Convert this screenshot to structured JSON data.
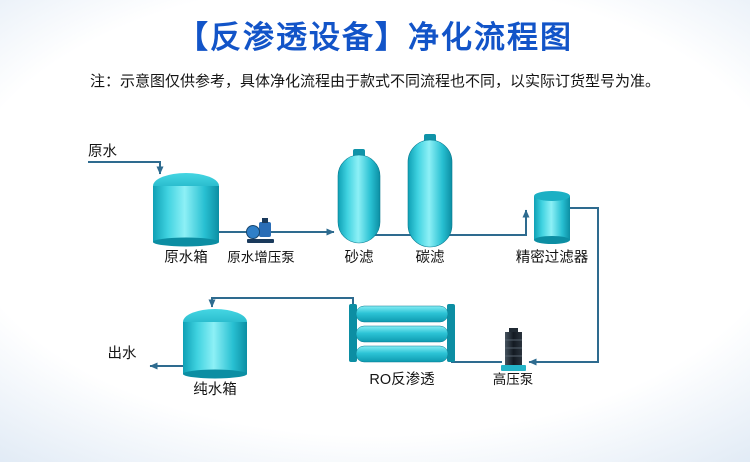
{
  "header": {
    "title": "【反渗透设备】净化流程图",
    "note": "注：示意图仅供参考，具体净化流程由于款式不同流程也不同，以实际订货型号为准。"
  },
  "diagram": {
    "labels": {
      "raw_water": "原水",
      "raw_water_tank": "原水箱",
      "booster_pump": "原水增压泵",
      "sand_filter": "砂滤",
      "carbon_filter": "碳滤",
      "precision_filter": "精密过滤器",
      "outlet": "出水",
      "pure_water_tank": "纯水箱",
      "ro_unit": "RO反渗透",
      "high_pressure_pump": "高压泵"
    },
    "colors": {
      "title_blue": "#1254c8",
      "equipment_cyan": "#2cc4d6",
      "pipe": "#2e6b8f"
    }
  }
}
